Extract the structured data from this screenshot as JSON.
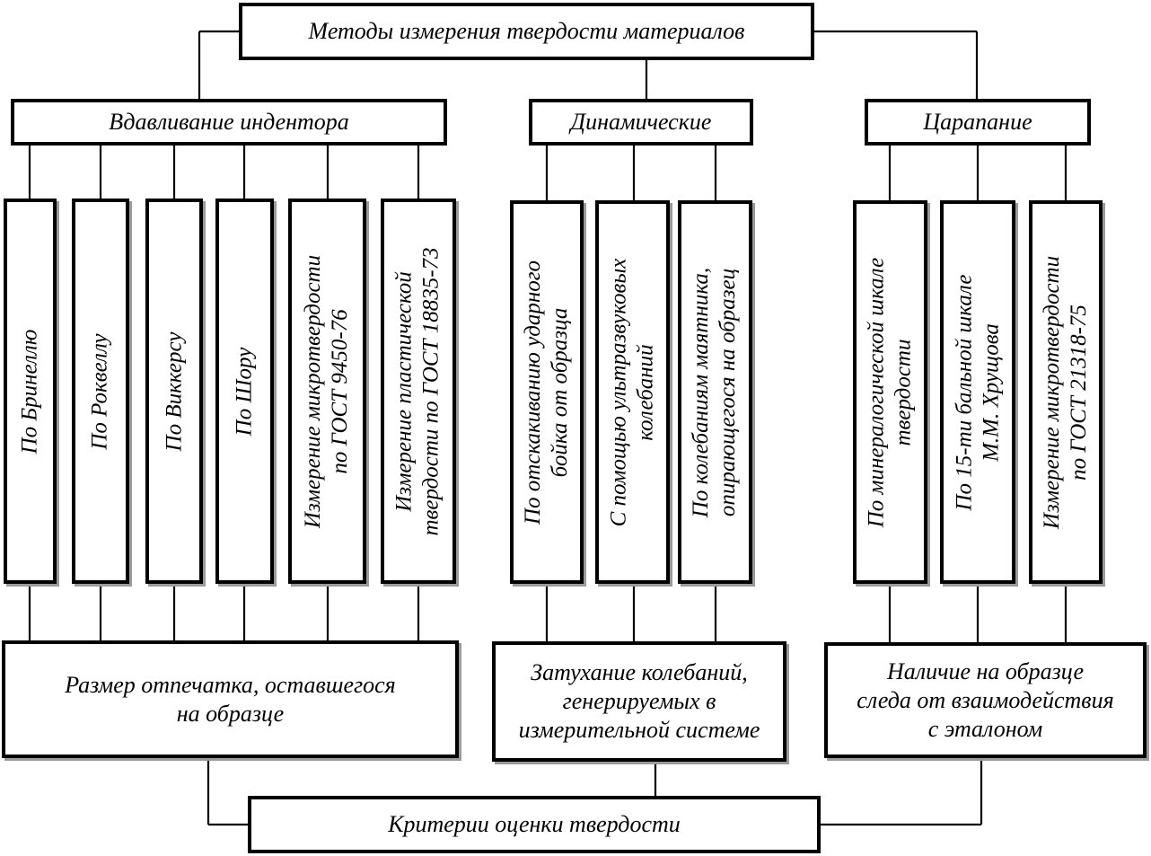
{
  "title": "Методы измерения твердости материалов",
  "groups": {
    "indentation": {
      "label": "Вдавливание индентора",
      "methods": [
        [
          "По Бринеллю"
        ],
        [
          "По Роквеллу"
        ],
        [
          "По Виккерсу"
        ],
        [
          "По Шору"
        ],
        [
          "Измерение микротвердости",
          "по ГОСТ 9450-76"
        ],
        [
          "Измерение пластической",
          "твердости по ГОСТ 18835-73"
        ]
      ],
      "criterion": [
        "Размер отпечатка, оставшегося",
        "на образце"
      ]
    },
    "dynamic": {
      "label": "Динамические",
      "methods": [
        [
          "По отскакиванию ударного",
          "бойка от образца"
        ],
        [
          "С помощью ультразвуковых",
          "колебаний"
        ],
        [
          "По колебаниям маятника,",
          "опирающегося на образец"
        ]
      ],
      "criterion": [
        "Затухание колебаний,",
        "генерируемых в",
        "измерительной системе"
      ]
    },
    "scratching": {
      "label": "Царапание",
      "methods": [
        [
          "По минералогической шкале",
          "твердости"
        ],
        [
          "По 15-ти бальной шкале",
          "М.М. Хрущова"
        ],
        [
          "Измерение микротвердости",
          "по ГОСТ 21318-75"
        ]
      ],
      "criterion": [
        "Наличие на образце",
        "следа от взаимодействия",
        "с эталоном"
      ]
    }
  },
  "bottom": "Критерии оценки твердости"
}
